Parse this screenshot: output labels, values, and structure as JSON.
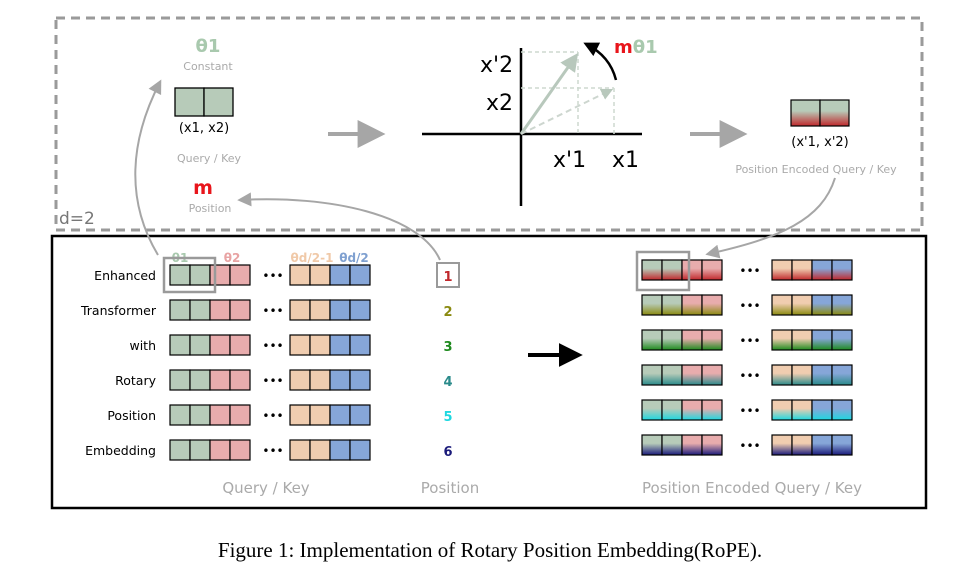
{
  "colors": {
    "green": "#b7cbb9",
    "red": "#e8acad",
    "peach": "#f0cdb0",
    "blue": "#86a6d8",
    "theta_green": "#a9c9ae",
    "theta_red": "#e8a3a3",
    "theta_peach": "#f0c9a8",
    "theta_blue": "#7fa0d0",
    "m_red": "#e8151b",
    "grey": "#9a9a9a",
    "pos1": "#c0282c",
    "pos2": "#8a8a10",
    "pos3": "#1e8a1e",
    "pos4": "#2a8a8a",
    "pos5": "#1ed8e0",
    "pos6": "#1a1a7a"
  },
  "top": {
    "theta1": "θ1",
    "constant_label": "Constant",
    "x_pair": "(x1, x2)",
    "query_key": "Query / Key",
    "m": "m",
    "position_label": "Position",
    "d_label": "d=2",
    "axis_x2_prime": "x'2",
    "axis_x2": "x2",
    "axis_x1_prime": "x'1",
    "axis_x1": "x1",
    "m_theta": "mθ1",
    "x_prime_pair": "(x'1, x'2)",
    "pe_query_key": "Position Encoded Query / Key"
  },
  "bottom": {
    "theta_labels": [
      "θ1",
      "θ2",
      "θd/2-1",
      "θd/2"
    ],
    "words": [
      "Enhanced",
      "Transformer",
      "with",
      "Rotary",
      "Position",
      "Embedding"
    ],
    "positions": [
      "1",
      "2",
      "3",
      "4",
      "5",
      "6"
    ],
    "ellipsis": "•••",
    "query_key_label": "Query / Key",
    "position_label": "Position",
    "pe_label": "Position Encoded Query / Key"
  },
  "caption": "Figure 1: Implementation of Rotary Position Embedding(RoPE)."
}
